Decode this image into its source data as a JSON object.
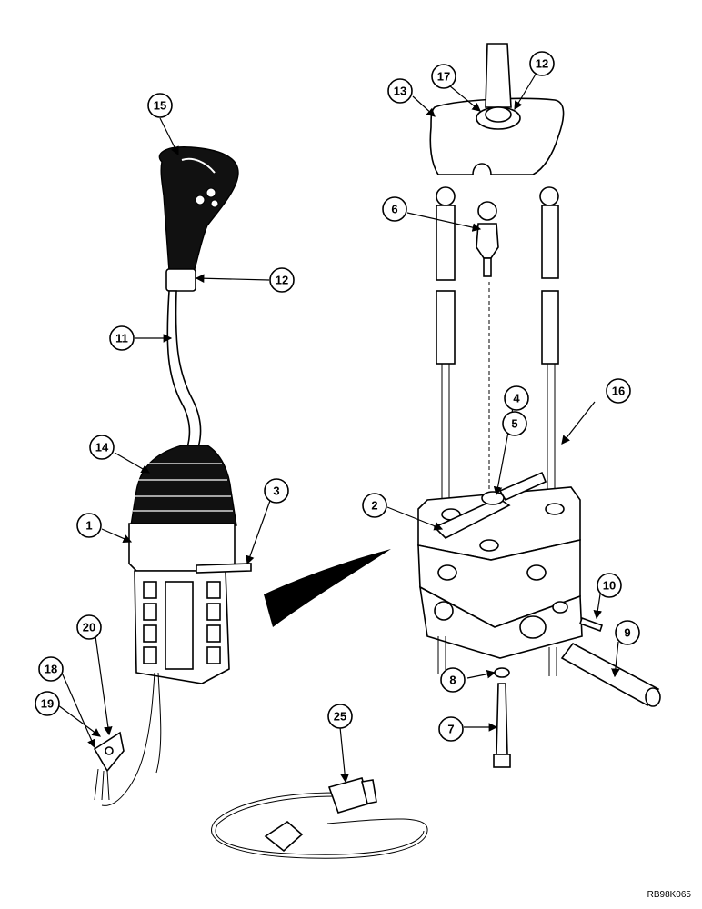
{
  "figure": {
    "reference_code": "RB98K065"
  },
  "callouts": [
    "1",
    "2",
    "3",
    "4",
    "5",
    "6",
    "7",
    "8",
    "9",
    "10",
    "11",
    "12",
    "12",
    "13",
    "14",
    "15",
    "16",
    "17",
    "18",
    "19",
    "20",
    "25"
  ]
}
